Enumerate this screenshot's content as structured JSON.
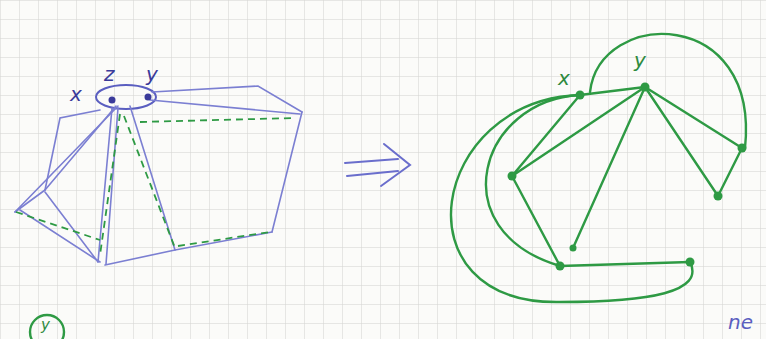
{
  "diagram": {
    "labels": [
      "x",
      "z",
      "y",
      "x",
      "y",
      "y",
      "ne"
    ]
  }
}
